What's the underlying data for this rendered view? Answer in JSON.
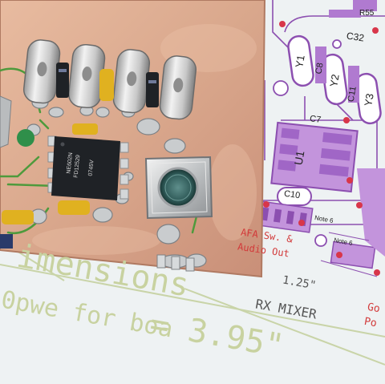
{
  "photo": {
    "colors": {
      "paper": "#eef2f3",
      "trace_purple": "#b07ad0",
      "trace_dark": "#8c4fb0",
      "pad_red": "#d8364a",
      "annotation_red": "#d23a3a",
      "dim_green": "#c8d2a0",
      "board_copper": "#d9a98e",
      "chip_black": "#1f2226",
      "cap_yellow": "#e0b120"
    },
    "schematic": {
      "labels": {
        "r55": "R55",
        "c32": "C32",
        "c8": "C8",
        "y1": "Y1",
        "y2": "Y2",
        "y3": "Y3",
        "c11": "C11",
        "c7": "C7",
        "u1": "U1",
        "c10": "C10",
        "note6a": "Note 6",
        "note6b": "Note 6",
        "afa_line1": "AFA Sw. &",
        "afa_line2": "Audio Out",
        "dim_value": "1.25\"",
        "rx_mixer": "RX MIXER",
        "corner_a": "Go",
        "corner_b": "Po"
      }
    },
    "dimensions_text": {
      "line1": "imensions",
      "line2": "0pwe for boa",
      "line3": "= 3.95\""
    },
    "chip_markings": {
      "line1": "NE602N",
      "line2": "FD12529",
      "line3": "0745V"
    }
  }
}
